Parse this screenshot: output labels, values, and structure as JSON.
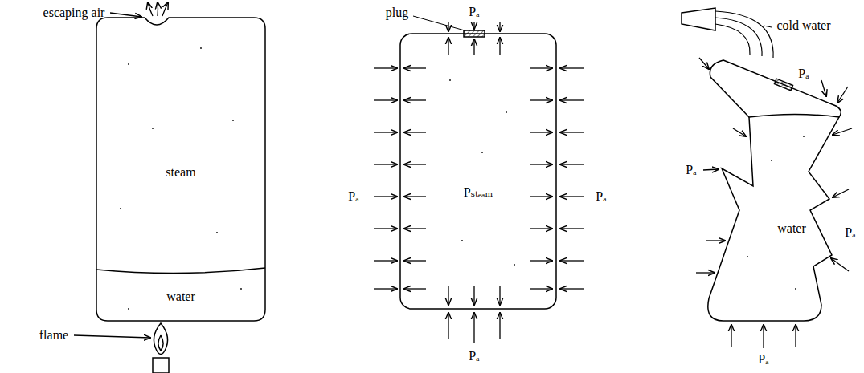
{
  "diagram": {
    "labels": [
      "escaping air",
      "steam",
      "water",
      "flame",
      "plug",
      "Pₐ",
      "Pₐ",
      "Pₛₜₑₐₘ",
      "Pₐ",
      "Pₐ",
      "cold water",
      "Pₐ",
      "Pₐ",
      "water",
      "Pₐ",
      "Pₐ"
    ]
  }
}
